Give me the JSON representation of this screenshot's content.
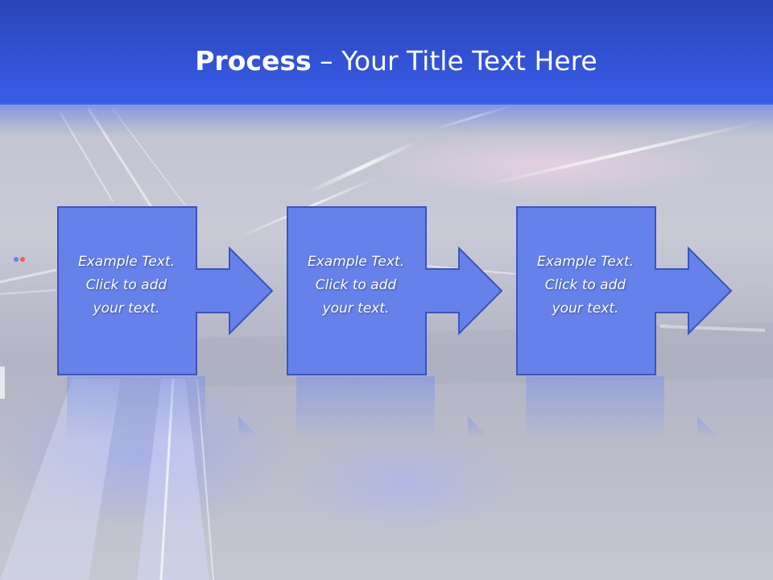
{
  "slide": {
    "title_bold": "Process",
    "title_rest": " – Your Title Text Here"
  },
  "steps": [
    {
      "text": "Example Text.\nClick  to add\nyour text."
    },
    {
      "text": "Example Text.\nClick  to add\nyour text."
    },
    {
      "text": "Example Text.\nClick  to add\nyour text."
    }
  ],
  "colors": {
    "header": "#3252d4",
    "box_fill": "#6682ea",
    "box_border": "#3a55b8"
  }
}
